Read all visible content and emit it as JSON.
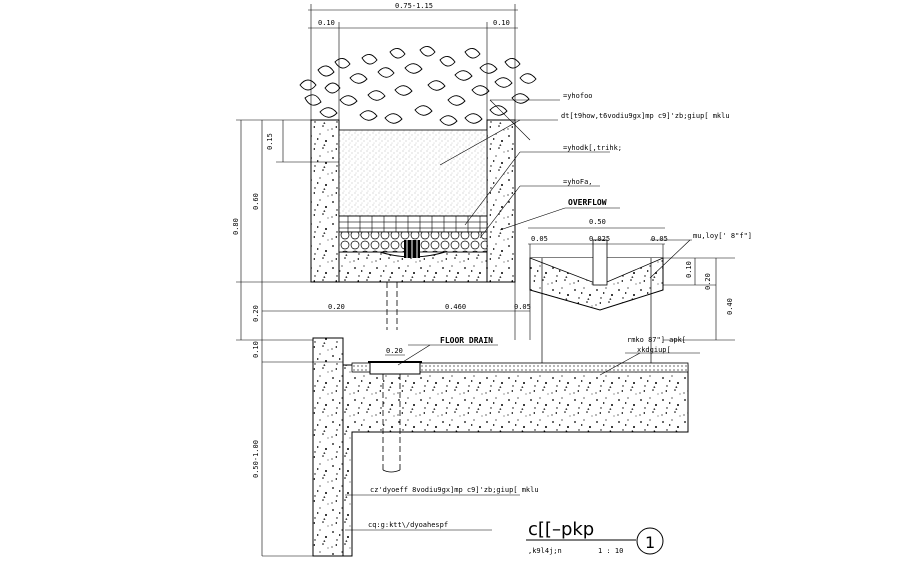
{
  "dimensions": {
    "top_width": "0.75-1.15",
    "top_left_wall": "0.10",
    "top_right_wall": "0.10",
    "soil_depth": "0.15",
    "planter_height": "0.60",
    "total_height": "0.80",
    "base_height": "0.20",
    "slab_thickness": "0.10",
    "foundation_depth": "0.50-1.00",
    "wall_width_bottom": "0.20",
    "span": "0.460",
    "gap": "0.05",
    "drain_width": "0.20",
    "gutter_width": "0.50",
    "gutter_left": "0.05",
    "gutter_mid": "0.025",
    "gutter_right": "0.05",
    "gutter_depth": "0.10",
    "gutter_total": "0.20",
    "gutter_height": "0.40"
  },
  "labels": {
    "l1": "=yhofoo",
    "l2": "dt[t9how,t6vodiu9gx]mp c9]'zb;giup[ mklu",
    "l3": "=yhodk[,trihk;",
    "l4": "=yhoFa,",
    "overflow": "OVERFLOW",
    "gutter": "mu,loy[' 8\"f\"]",
    "floor_drain": "FLOOR DRAIN",
    "slab_a": "rmko 87\"] apk[",
    "slab_b": "xkdgiup[",
    "wall_a": "cz'dyoeff 8vodiu9gx]mp c9]'zb;giup[ mklu",
    "wall_b": "cq:g:ktt\\/dyoahespf"
  },
  "title": {
    "main": "c[[–pkp",
    "sub": ",k9l4j;n",
    "scale": "1 : 10",
    "number": "1"
  }
}
